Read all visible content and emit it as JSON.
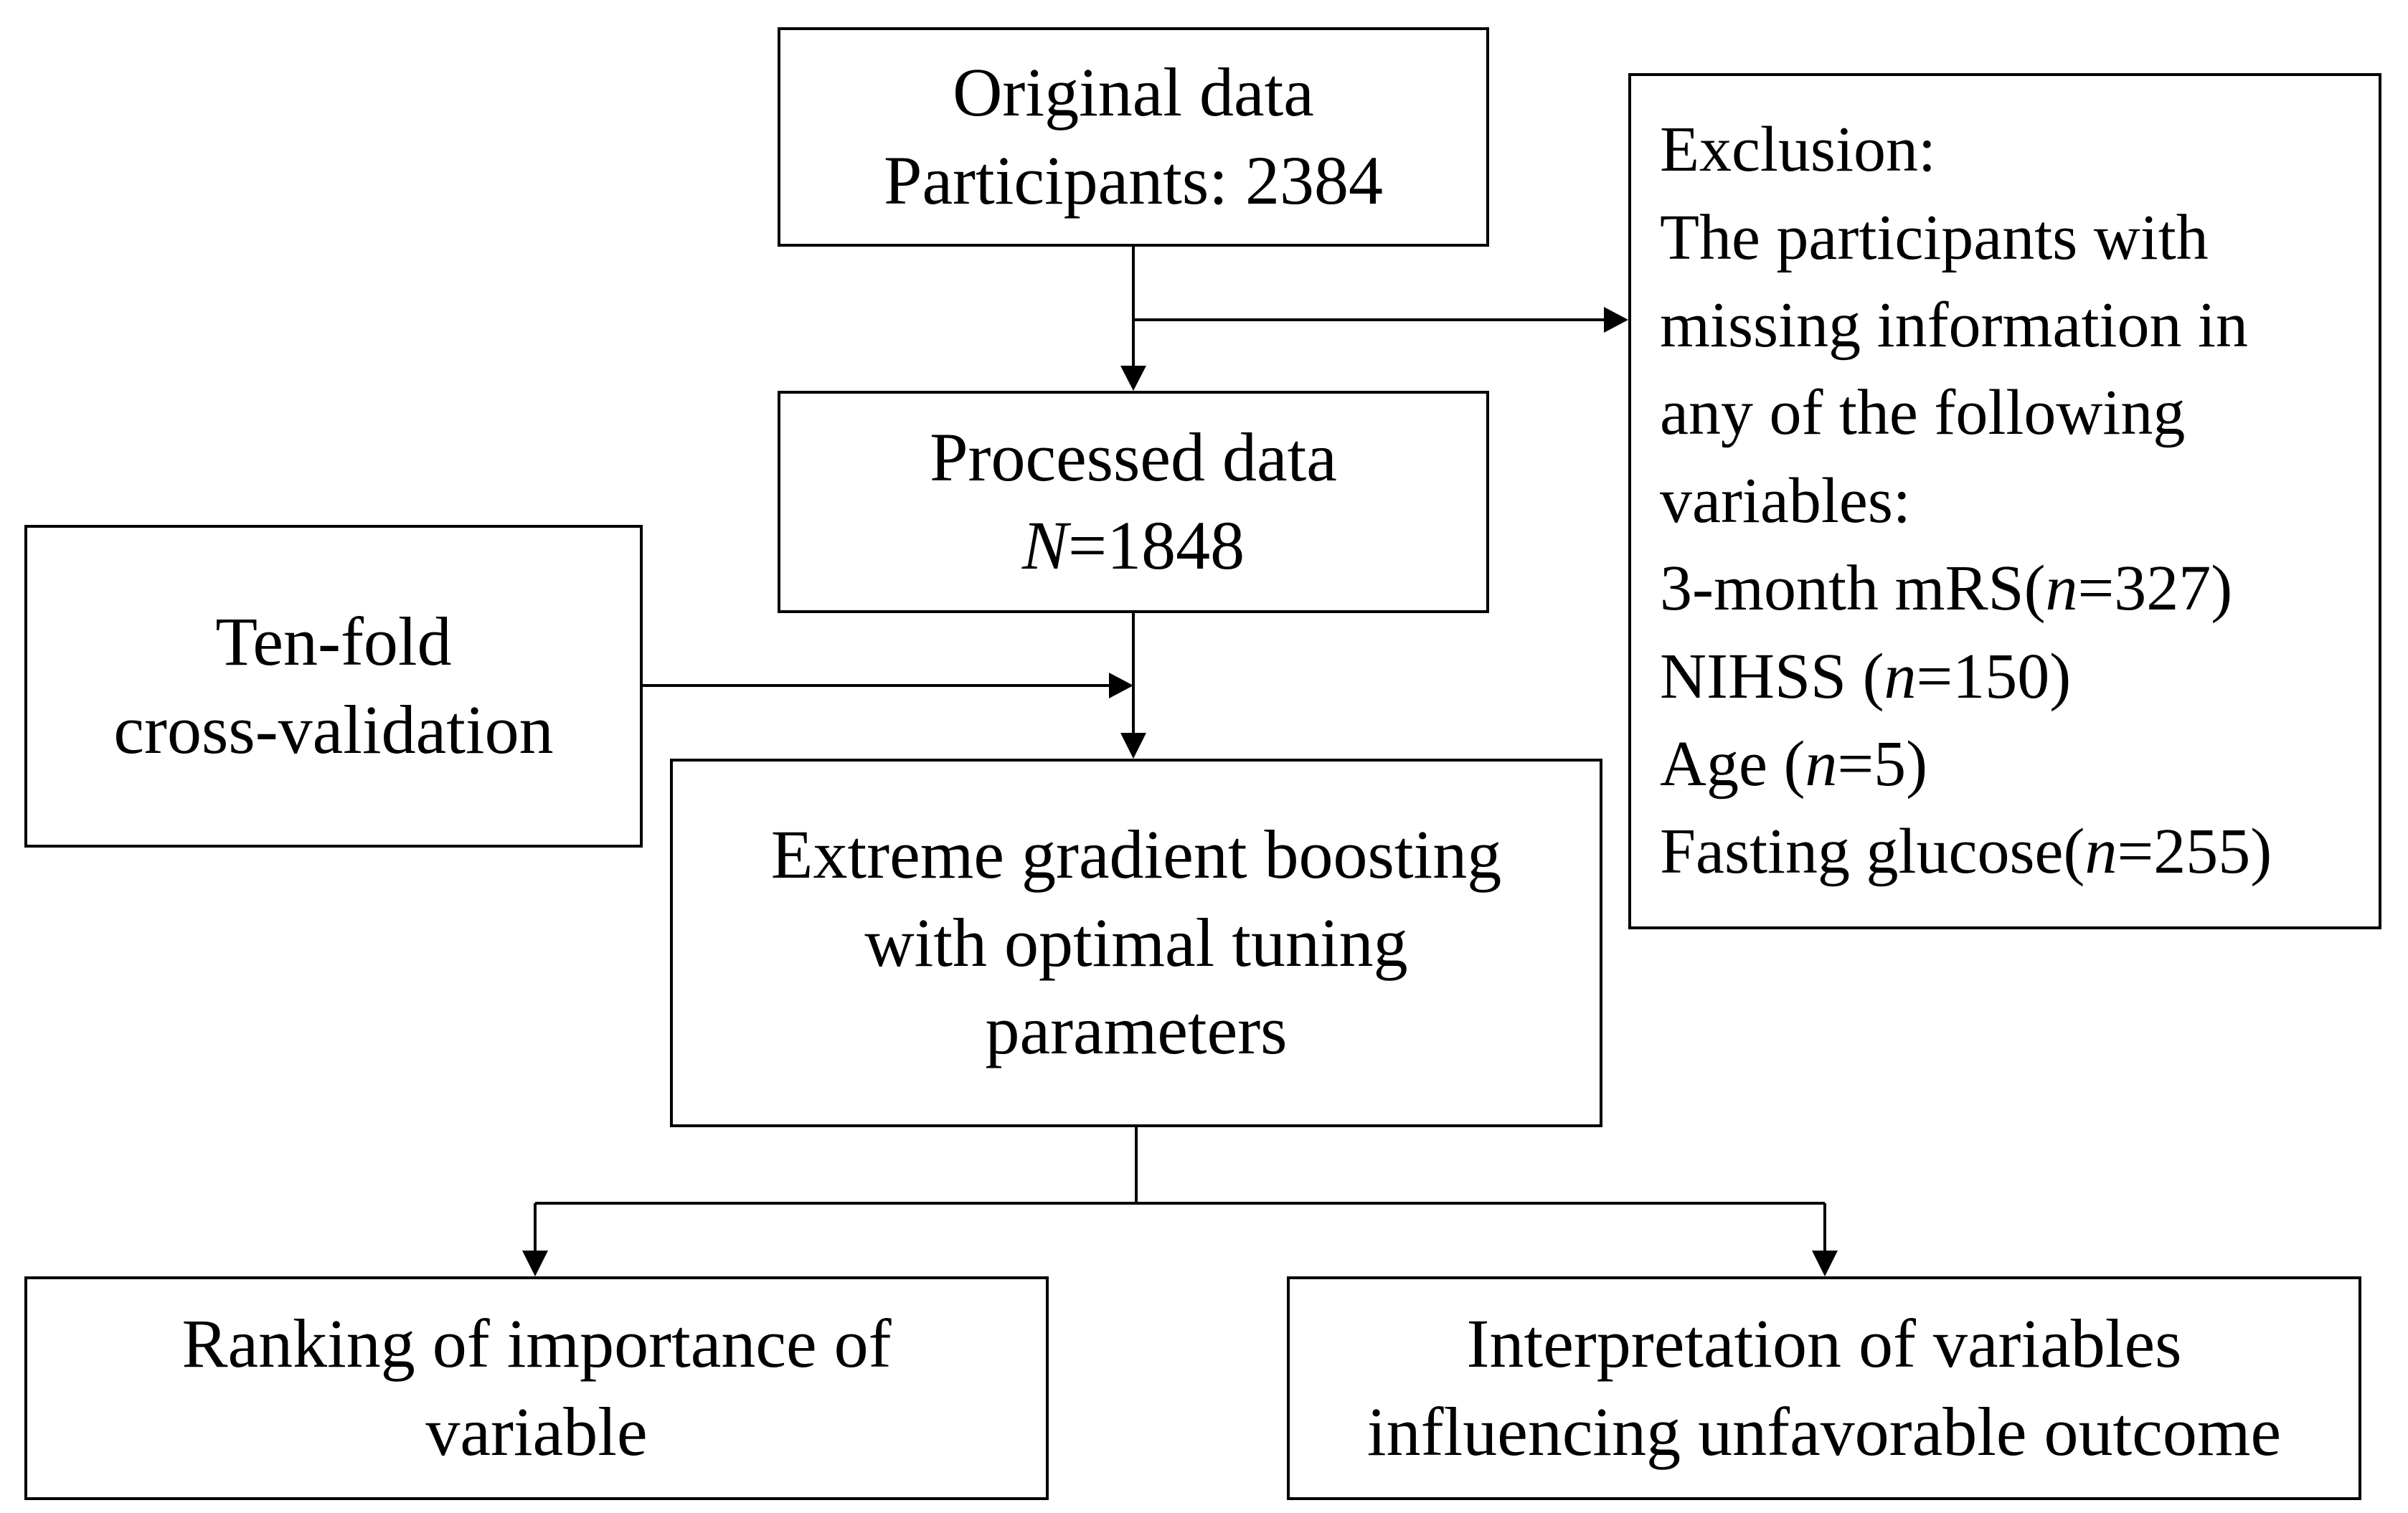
{
  "boxes": {
    "original": {
      "lines": [
        "Original data",
        "Participants: 2384"
      ]
    },
    "processed": {
      "line1": "Processed data",
      "n_symbol": "N",
      "n_value": "=1848"
    },
    "tenfold": {
      "lines": [
        "Ten-fold",
        "cross-validation"
      ]
    },
    "xgboost": {
      "lines": [
        "Extreme gradient boosting",
        "with optimal tuning",
        "parameters"
      ]
    },
    "exclusion": {
      "title": "Exclusion:",
      "lines": [
        "The participants with",
        "missing information in",
        "any of the following",
        "variables:"
      ],
      "items": [
        {
          "label": "3-month mRS(",
          "n": "n",
          "value": "=327)"
        },
        {
          "label": "NIHSS (",
          "n": "n",
          "value": "=150)"
        },
        {
          "label": "Age (",
          "n": "n",
          "value": "=5)"
        },
        {
          "label": "Fasting glucose(",
          "n": "n",
          "value": "=255)"
        }
      ]
    },
    "ranking": {
      "lines": [
        "Ranking of importance of",
        "variable"
      ]
    },
    "interpretation": {
      "lines": [
        "Interpretation of variables",
        "influencing unfavorable outcome"
      ]
    }
  }
}
